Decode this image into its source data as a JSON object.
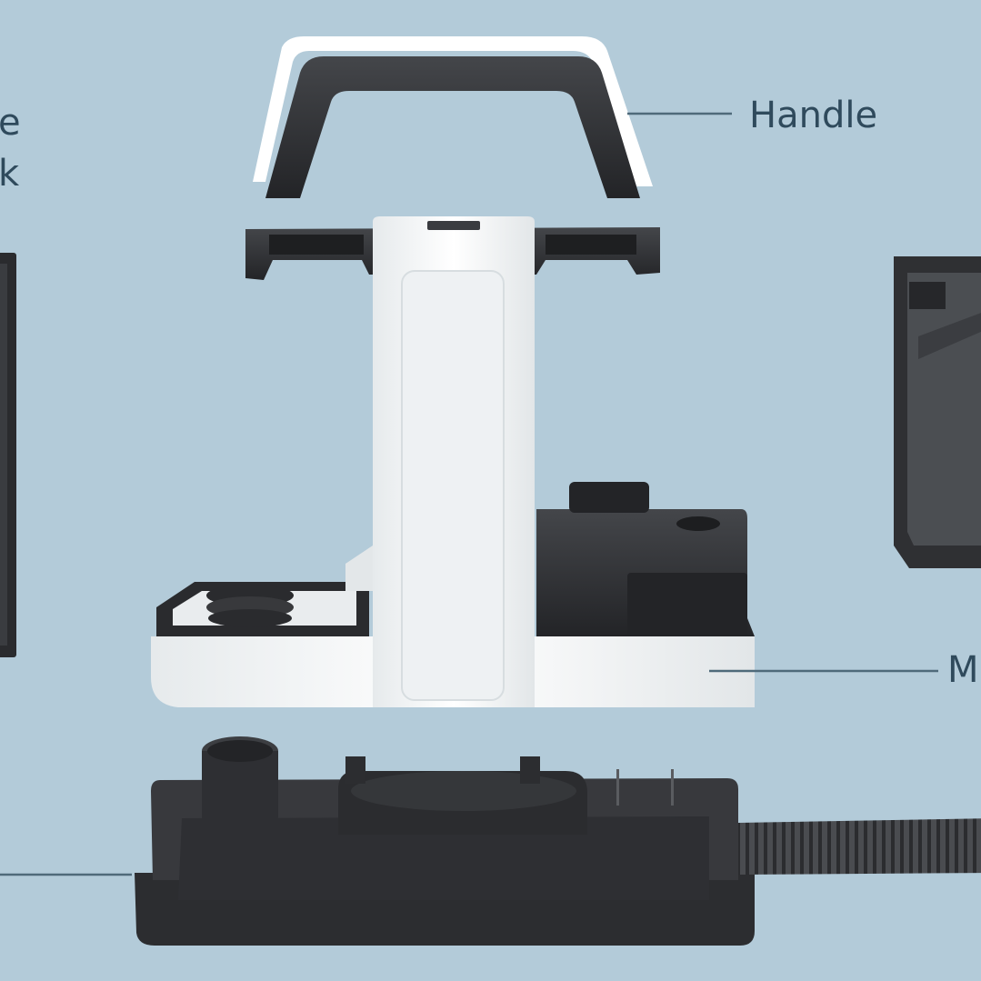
{
  "labels": {
    "handle": "Handle",
    "left_partial_line1": "e",
    "left_partial_line2": "k",
    "right_partial": "M"
  },
  "colors": {
    "background": "#b3cbd9",
    "dark_plastic": "#2e2f32",
    "white_plastic": "#f4f6f6",
    "label_text": "#2f4a5c",
    "leader_line": "#4f6a7a"
  }
}
